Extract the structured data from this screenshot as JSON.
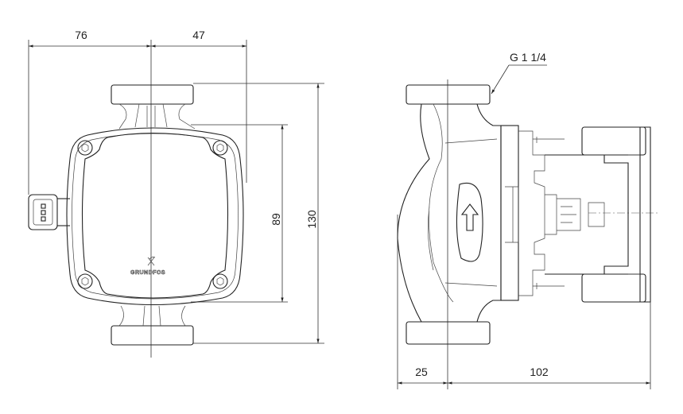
{
  "dimensions": {
    "width_left": "76",
    "width_right": "47",
    "height_body": "89",
    "height_total": "130",
    "depth_front": "25",
    "depth_motor": "102",
    "thread": "G 1 1/4"
  },
  "logo": {
    "text": "GRUNDFOS"
  }
}
